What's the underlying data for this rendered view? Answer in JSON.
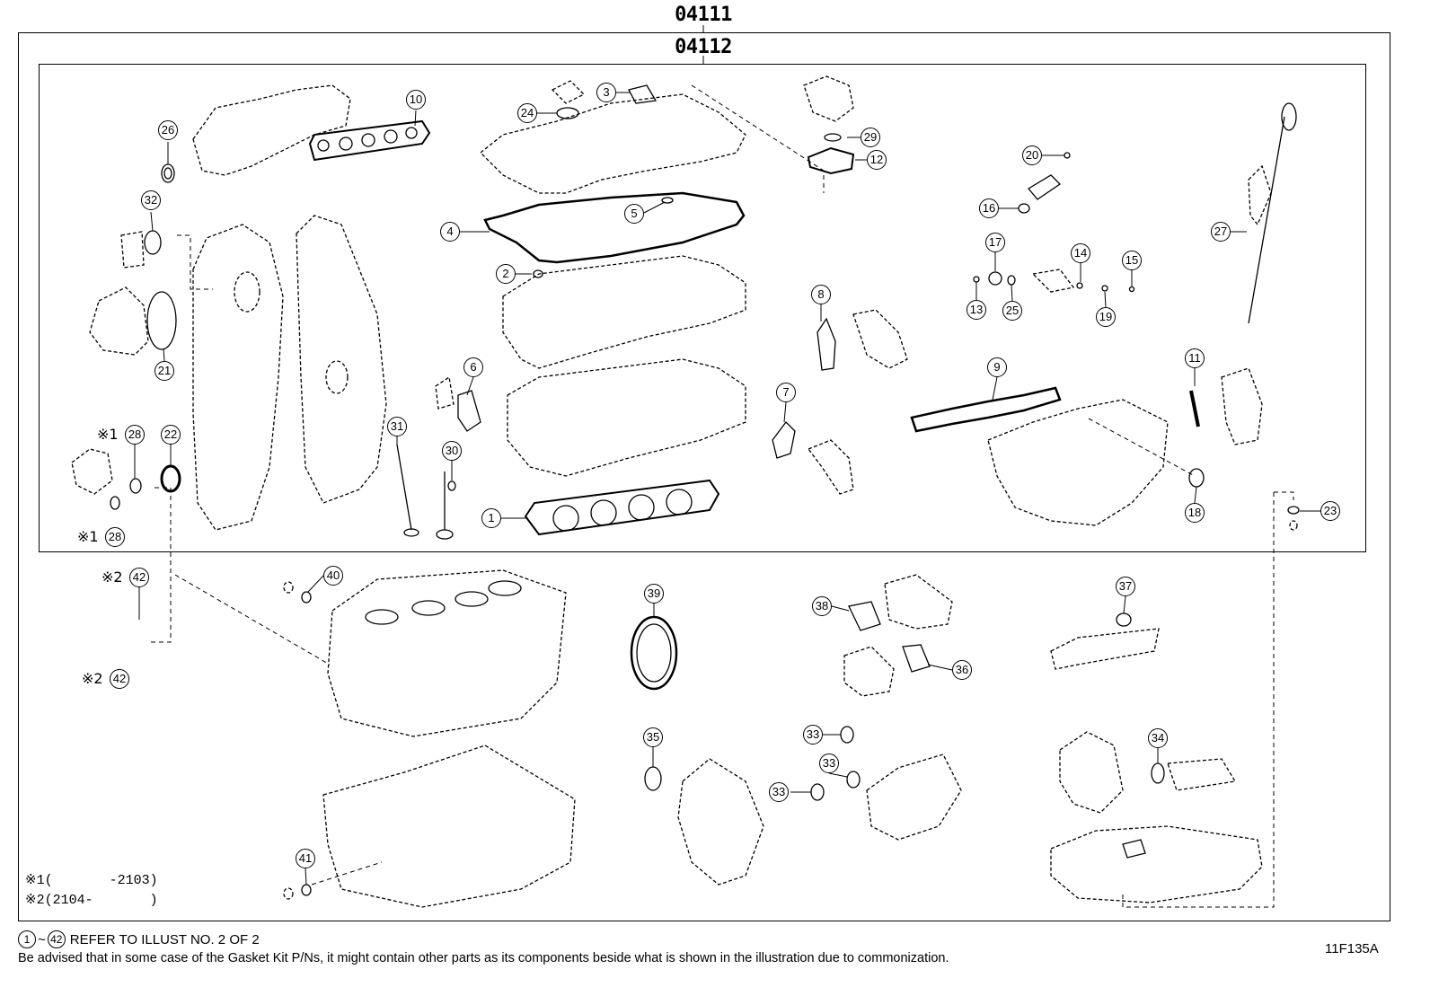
{
  "header": {
    "outer_code": "04111",
    "inner_code": "04112"
  },
  "callouts": [
    "1",
    "2",
    "3",
    "4",
    "5",
    "6",
    "7",
    "8",
    "9",
    "10",
    "11",
    "12",
    "13",
    "14",
    "15",
    "16",
    "17",
    "18",
    "19",
    "20",
    "21",
    "22",
    "23",
    "24",
    "25",
    "26",
    "27",
    "28",
    "29",
    "30",
    "31",
    "32",
    "33",
    "34",
    "35",
    "36",
    "37",
    "38",
    "39",
    "40",
    "41",
    "42"
  ],
  "variant_marks": {
    "m1": "※1",
    "m2": "※2"
  },
  "legend": {
    "line1_mark": "※1",
    "line1_text": "(       -2103)",
    "line2_mark": "※2",
    "line2_text": "(2104-       )"
  },
  "footer": {
    "ref_start": "1",
    "ref_tilde": "~",
    "ref_end": "42",
    "ref_text": "REFER TO ILLUST NO. 2 OF 2",
    "note": "Be advised that in some case of the Gasket Kit P/Ns,  it might contain other parts as its components beside what is shown in the illustration due to commonization.",
    "figure_id": "11F135A"
  }
}
